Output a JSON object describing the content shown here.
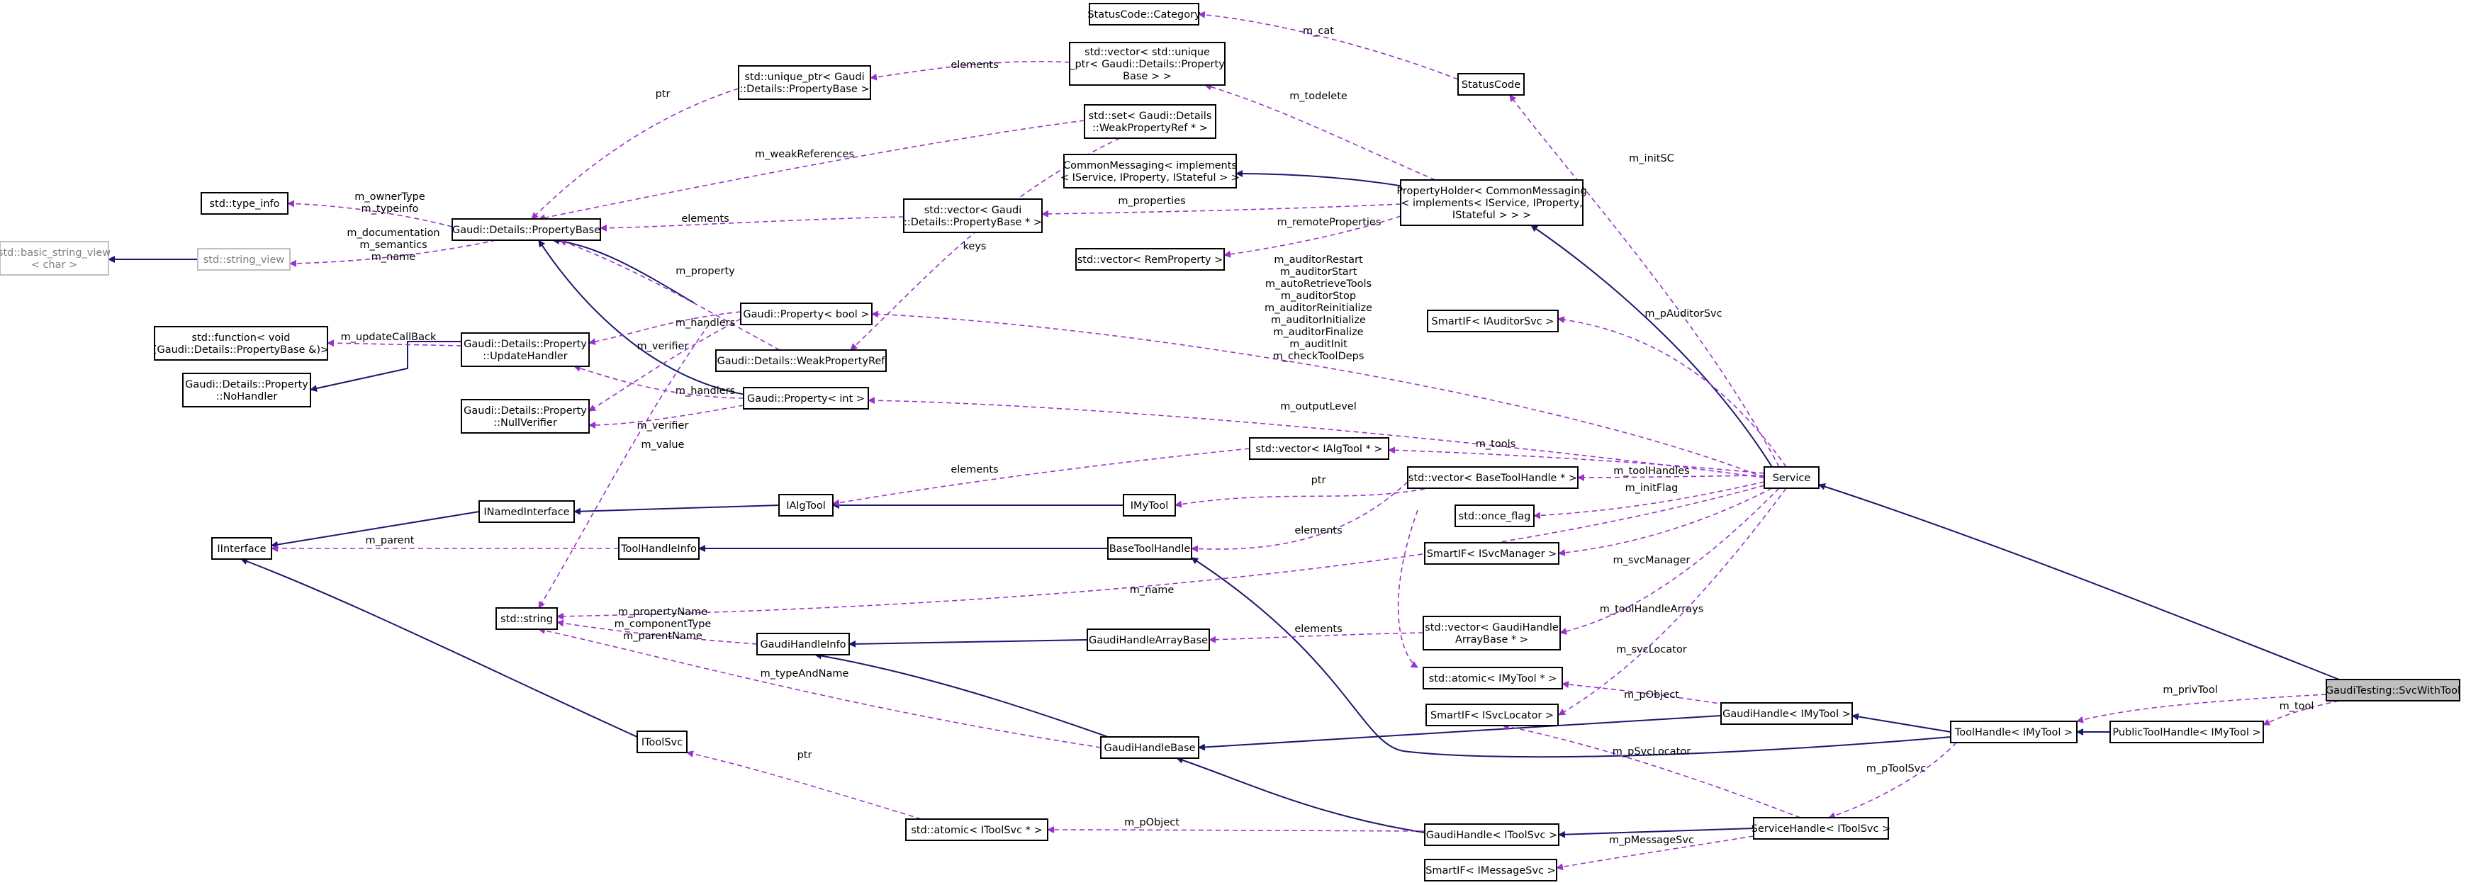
{
  "diagram": {
    "colors": {
      "inheritance": "#191970",
      "usage": "#9a32cd",
      "focus_fill": "#bfbfbf",
      "grey_border": "#bfbfbf"
    },
    "nodes": {
      "statuscode_category": {
        "lines": [
          "StatusCode::Category"
        ]
      },
      "vector_unique_ptr": {
        "lines": [
          "std::vector< std::unique",
          "_ptr< Gaudi::Details::Property",
          "Base > >"
        ]
      },
      "unique_ptr": {
        "lines": [
          "std::unique_ptr< Gaudi",
          "::Details::PropertyBase >"
        ]
      },
      "statuscode": {
        "lines": [
          "StatusCode"
        ]
      },
      "set_weakref": {
        "lines": [
          "std::set< Gaudi::Details",
          "::WeakPropertyRef * >"
        ]
      },
      "commonmessaging": {
        "lines": [
          "CommonMessaging< implements",
          "< IService, IProperty, IStateful > >"
        ]
      },
      "type_info": {
        "lines": [
          "std::type_info"
        ]
      },
      "property_base": {
        "lines": [
          "Gaudi::Details::PropertyBase"
        ]
      },
      "vector_propbase": {
        "lines": [
          "std::vector< Gaudi",
          "::Details::PropertyBase * >"
        ]
      },
      "propertyholder": {
        "lines": [
          "PropertyHolder< CommonMessaging",
          "< implements< IService, IProperty,",
          "IStateful > > >"
        ]
      },
      "basic_string_view": {
        "lines": [
          "std::basic_string_view",
          "< char >"
        ]
      },
      "string_view": {
        "lines": [
          "std::string_view"
        ]
      },
      "vector_remprop": {
        "lines": [
          "std::vector< RemProperty >"
        ]
      },
      "smartif_auditor": {
        "lines": [
          "SmartIF< IAuditorSvc >"
        ]
      },
      "property_bool": {
        "lines": [
          "Gaudi::Property< bool >"
        ]
      },
      "function_void": {
        "lines": [
          "std::function< void",
          "(Gaudi::Details::PropertyBase &)>"
        ]
      },
      "update_handler": {
        "lines": [
          "Gaudi::Details::Property",
          "::UpdateHandler"
        ]
      },
      "weak_property_ref": {
        "lines": [
          "Gaudi::Details::WeakPropertyRef"
        ]
      },
      "no_handler": {
        "lines": [
          "Gaudi::Details::Property",
          "::NoHandler"
        ]
      },
      "property_int": {
        "lines": [
          "Gaudi::Property< int >"
        ]
      },
      "null_verifier": {
        "lines": [
          "Gaudi::Details::Property",
          "::NullVerifier"
        ]
      },
      "vector_ialgtool": {
        "lines": [
          "std::vector< IAlgTool * >"
        ]
      },
      "service": {
        "lines": [
          "Service"
        ]
      },
      "vector_basetoolhandle": {
        "lines": [
          "std::vector< BaseToolHandle * >"
        ]
      },
      "inamedinterface": {
        "lines": [
          "INamedInterface"
        ]
      },
      "ialgtool": {
        "lines": [
          "IAlgTool"
        ]
      },
      "imytool": {
        "lines": [
          "IMyTool"
        ]
      },
      "once_flag": {
        "lines": [
          "std::once_flag"
        ]
      },
      "iinterface": {
        "lines": [
          "IInterface"
        ]
      },
      "toolhandleinfo": {
        "lines": [
          "ToolHandleInfo"
        ]
      },
      "basetoolhandle": {
        "lines": [
          "BaseToolHandle"
        ]
      },
      "smartif_svcmanager": {
        "lines": [
          "SmartIF< ISvcManager >"
        ]
      },
      "std_string": {
        "lines": [
          "std::string"
        ]
      },
      "gaudihandleinfo": {
        "lines": [
          "GaudiHandleInfo"
        ]
      },
      "gaudihandlearraybase": {
        "lines": [
          "GaudiHandleArrayBase"
        ]
      },
      "vector_gaudihandlearray": {
        "lines": [
          "std::vector< GaudiHandle",
          "ArrayBase * >"
        ]
      },
      "atomic_imytool": {
        "lines": [
          "std::atomic< IMyTool * >"
        ]
      },
      "svcwithtool": {
        "lines": [
          "GaudiTesting::SvcWithTool"
        ]
      },
      "smartif_svclocator": {
        "lines": [
          "SmartIF< ISvcLocator >"
        ]
      },
      "gaudihandle_imytool": {
        "lines": [
          "GaudiHandle< IMyTool >"
        ]
      },
      "toolhandle_imytool": {
        "lines": [
          "ToolHandle< IMyTool >"
        ]
      },
      "publictoolhandle": {
        "lines": [
          "PublicToolHandle< IMyTool >"
        ]
      },
      "itoolsvc": {
        "lines": [
          "IToolSvc"
        ]
      },
      "gaudihandlebase": {
        "lines": [
          "GaudiHandleBase"
        ]
      },
      "atomic_itoolsvc": {
        "lines": [
          "std::atomic< IToolSvc * >"
        ]
      },
      "gaudihandle_itoolsvc": {
        "lines": [
          "GaudiHandle< IToolSvc >"
        ]
      },
      "servicehandle": {
        "lines": [
          "ServiceHandle< IToolSvc >"
        ]
      },
      "smartif_messagesvc": {
        "lines": [
          "SmartIF< IMessageSvc >"
        ]
      }
    },
    "edge_labels": {
      "m_cat": [
        "m_cat"
      ],
      "elements_unique": [
        "elements"
      ],
      "ptr_unique": [
        "ptr"
      ],
      "m_todelete": [
        "m_todelete"
      ],
      "m_initSC": [
        "m_initSC"
      ],
      "m_weakReferences": [
        "m_weakReferences"
      ],
      "keys": [
        "keys"
      ],
      "m_ownerType": [
        "m_ownerType",
        "m_typeinfo"
      ],
      "elements_vecprop": [
        "elements"
      ],
      "m_properties": [
        "m_properties"
      ],
      "m_documentation": [
        "m_documentation",
        "m_semantics",
        "m_name"
      ],
      "m_remoteProperties": [
        "m_remoteProperties"
      ],
      "m_property": [
        "m_property"
      ],
      "m_auditor": [
        "m_auditorRestart",
        "m_auditorStart",
        "m_autoRetrieveTools",
        "m_auditorStop",
        "m_auditorReinitialize",
        "m_auditorInitialize",
        "m_auditorFinalize",
        "m_auditInit",
        "m_checkToolDeps"
      ],
      "m_pAuditorSvc": [
        "m_pAuditorSvc"
      ],
      "m_updateCallBack": [
        "m_updateCallBack"
      ],
      "m_handlers_bool": [
        "m_handlers"
      ],
      "m_verifier_bool": [
        "m_verifier"
      ],
      "m_handlers_int": [
        "m_handlers"
      ],
      "m_verifier_int": [
        "m_verifier"
      ],
      "m_outputLevel": [
        "m_outputLevel"
      ],
      "m_value": [
        "m_value"
      ],
      "elements_ialgtool": [
        "elements"
      ],
      "m_tools": [
        "m_tools"
      ],
      "ptr_imytool": [
        "ptr"
      ],
      "m_toolHandles": [
        "m_toolHandles"
      ],
      "m_initFlag": [
        "m_initFlag"
      ],
      "elements_basetool": [
        "elements"
      ],
      "m_parent": [
        "m_parent"
      ],
      "m_svcManager": [
        "m_svcManager"
      ],
      "m_name": [
        "m_name"
      ],
      "m_propertyName": [
        "m_propertyName",
        "m_componentType",
        "m_parentName"
      ],
      "elements_gaudiarray": [
        "elements"
      ],
      "m_toolHandleArrays": [
        "m_toolHandleArrays"
      ],
      "m_svcLocator": [
        "m_svcLocator"
      ],
      "m_typeAndName": [
        "m_typeAndName"
      ],
      "m_privTool": [
        "m_privTool"
      ],
      "m_pObject_imytool": [
        "m_pObject"
      ],
      "m_tool": [
        "m_tool"
      ],
      "m_pSvcLocator": [
        "m_pSvcLocator"
      ],
      "ptr_itoolsvc": [
        "ptr"
      ],
      "m_pToolSvc": [
        "m_pToolSvc"
      ],
      "m_pObject_itoolsvc": [
        "m_pObject"
      ],
      "m_pMessageSvc": [
        "m_pMessageSvc"
      ]
    }
  }
}
